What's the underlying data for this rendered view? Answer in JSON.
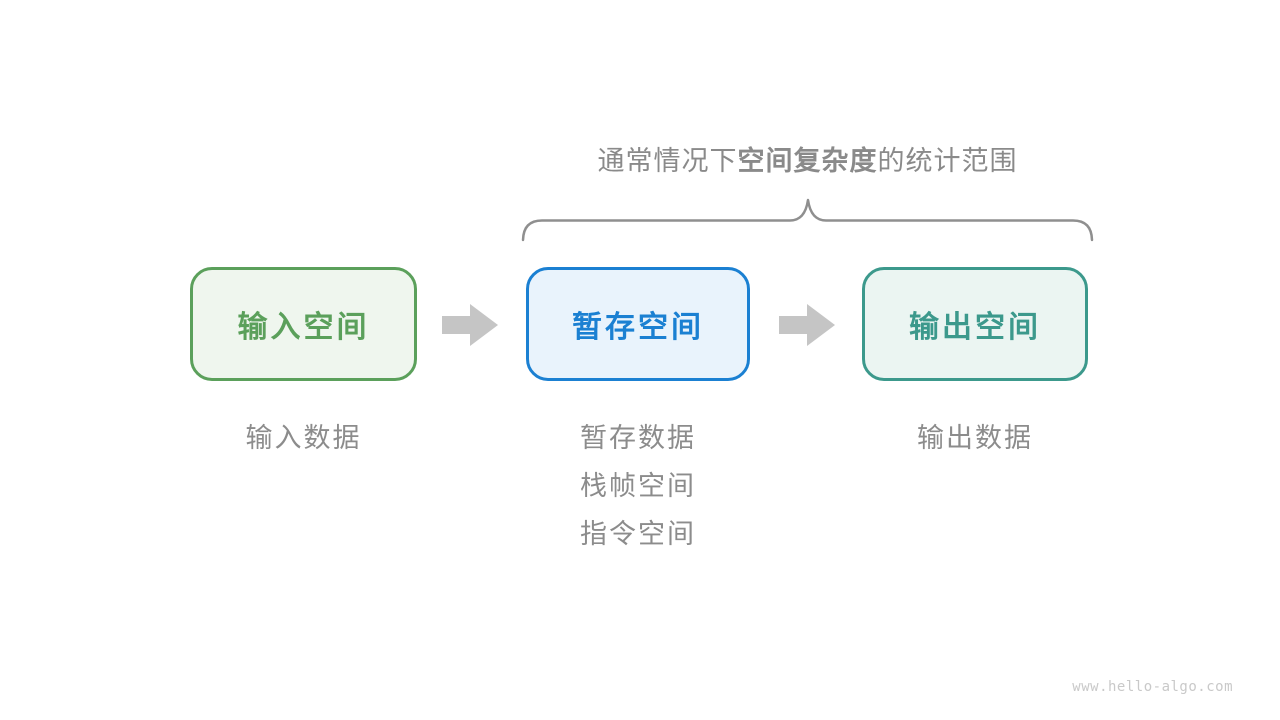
{
  "title": {
    "prefix": "通常情况下",
    "bold": "空间复杂度",
    "suffix": "的统计范围",
    "color": "#8a8a8a"
  },
  "flow": {
    "boxes": [
      {
        "id": "input-space",
        "label": "输入空间",
        "text_color": "#5ba05b",
        "border_color": "#5ba05b",
        "fill_color": "#eff6ee"
      },
      {
        "id": "temp-space",
        "label": "暂存空间",
        "text_color": "#1b80d2",
        "border_color": "#1b80d2",
        "fill_color": "#e9f3fc"
      },
      {
        "id": "output-space",
        "label": "输出空间",
        "text_color": "#3c998c",
        "border_color": "#3c998c",
        "fill_color": "#ebf5f2"
      }
    ],
    "arrow_color": "#c5c5c5"
  },
  "brace": {
    "color": "#8f8f8f"
  },
  "annotations": {
    "color": "#8c8c8c",
    "input": [
      "输入数据"
    ],
    "temp": [
      "暂存数据",
      "栈帧空间",
      "指令空间"
    ],
    "output": [
      "输出数据"
    ]
  },
  "watermark": {
    "text": "www.hello-algo.com",
    "color": "#c9c9c9"
  }
}
